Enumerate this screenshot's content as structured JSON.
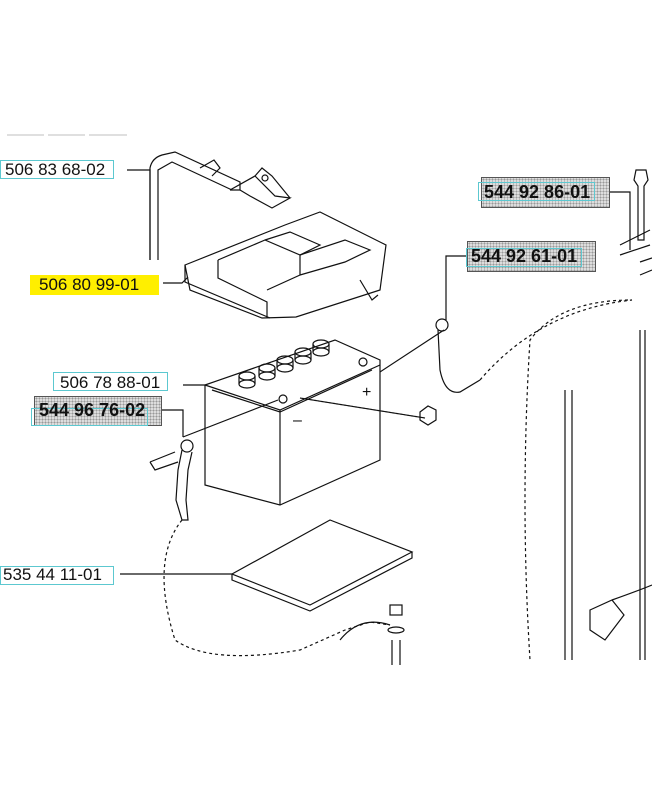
{
  "parts": [
    {
      "id": "p1",
      "number": "506 83 68-02",
      "style": "plain"
    },
    {
      "id": "p2",
      "number": "506 80 99-01",
      "style": "highlighted"
    },
    {
      "id": "p3",
      "number": "506 78 88-01",
      "style": "plain"
    },
    {
      "id": "p4",
      "number": "544 96 76-02",
      "style": "shaded"
    },
    {
      "id": "p5",
      "number": "535 44 11-01",
      "style": "plain"
    },
    {
      "id": "p6",
      "number": "544 92 86-01",
      "style": "shaded"
    },
    {
      "id": "p7",
      "number": "544 92 61-01",
      "style": "shaded"
    }
  ],
  "battery_marks": {
    "minus": "–",
    "plus": "+"
  },
  "colors": {
    "highlight": "#ffef00",
    "link_box": "#5cc8d0",
    "shade": "#dddddd"
  }
}
